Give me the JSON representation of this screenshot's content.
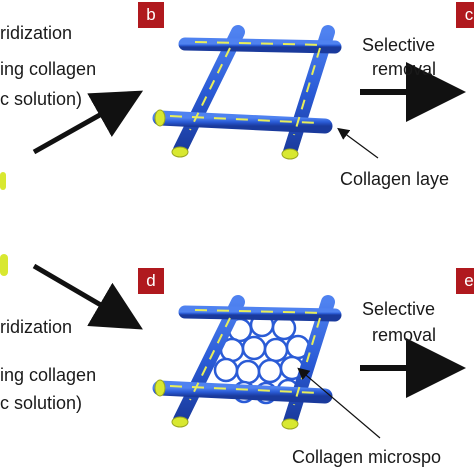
{
  "colors": {
    "rod": "#2a5bd6",
    "rod_shade": "#1d40a8",
    "rod_end": "#d8e830",
    "collagen_stripe": "#e8ee5a",
    "badge": "#b0191e",
    "arrow": "#111111"
  },
  "panels": {
    "top": {
      "left_text": [
        "ridization",
        "ing collagen",
        "c solution)"
      ],
      "badge_b": "b",
      "badge_c": "c",
      "step_label": [
        "Selective",
        "removal"
      ],
      "callout": "Collagen laye"
    },
    "bottom": {
      "left_text": [
        "ridization",
        "ing collagen",
        "c solution)"
      ],
      "badge_d": "d",
      "badge_e": "e",
      "step_label": [
        "Selective",
        "removal"
      ],
      "callout": "Collagen microspo"
    }
  }
}
